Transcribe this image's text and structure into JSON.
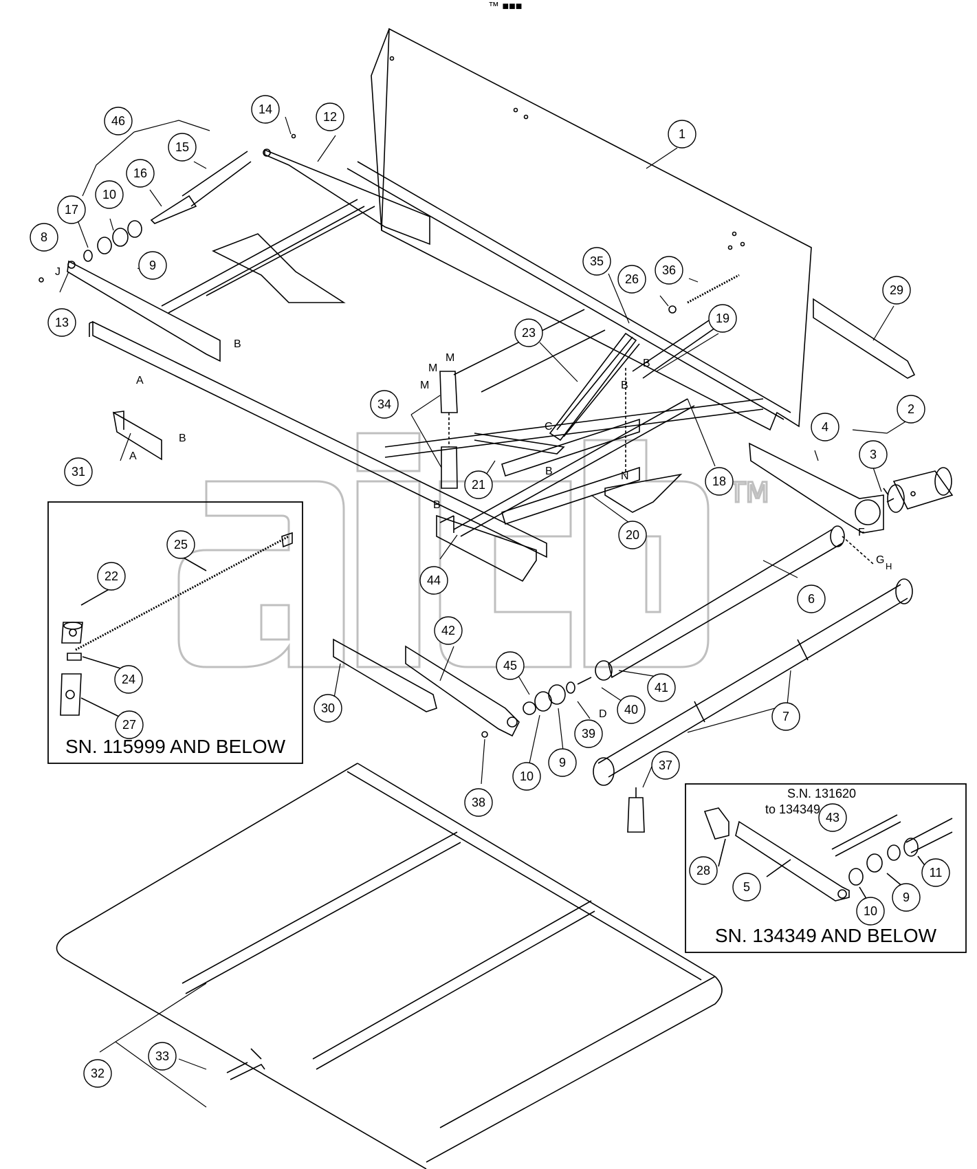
{
  "diagram": {
    "header_mark": "™ ■■■",
    "watermark": {
      "letters": "aic",
      "mark": "TM"
    },
    "insets": [
      {
        "id": "inset-a",
        "title": "SN. 115999 AND BELOW"
      },
      {
        "id": "inset-b",
        "title": "SN. 134349 AND BELOW",
        "note_line1": "S.N. 131620",
        "note_line2": "to 134349"
      }
    ],
    "callouts": [
      {
        "id": "c1",
        "label": "1"
      },
      {
        "id": "c2",
        "label": "2"
      },
      {
        "id": "c3",
        "label": "3"
      },
      {
        "id": "c4",
        "label": "4"
      },
      {
        "id": "c5",
        "label": "5"
      },
      {
        "id": "c6",
        "label": "6"
      },
      {
        "id": "c7",
        "label": "7"
      },
      {
        "id": "c8",
        "label": "8"
      },
      {
        "id": "c9a",
        "label": "9"
      },
      {
        "id": "c9b",
        "label": "9"
      },
      {
        "id": "c9c",
        "label": "9"
      },
      {
        "id": "c10a",
        "label": "10"
      },
      {
        "id": "c10b",
        "label": "10"
      },
      {
        "id": "c10c",
        "label": "10"
      },
      {
        "id": "c11",
        "label": "11"
      },
      {
        "id": "c12",
        "label": "12"
      },
      {
        "id": "c13",
        "label": "13"
      },
      {
        "id": "c14",
        "label": "14"
      },
      {
        "id": "c15",
        "label": "15"
      },
      {
        "id": "c16",
        "label": "16"
      },
      {
        "id": "c17",
        "label": "17"
      },
      {
        "id": "c18",
        "label": "18"
      },
      {
        "id": "c19",
        "label": "19"
      },
      {
        "id": "c20",
        "label": "20"
      },
      {
        "id": "c21",
        "label": "21"
      },
      {
        "id": "c22",
        "label": "22"
      },
      {
        "id": "c23",
        "label": "23"
      },
      {
        "id": "c24",
        "label": "24"
      },
      {
        "id": "c25",
        "label": "25"
      },
      {
        "id": "c26",
        "label": "26"
      },
      {
        "id": "c27",
        "label": "27"
      },
      {
        "id": "c28",
        "label": "28"
      },
      {
        "id": "c29",
        "label": "29"
      },
      {
        "id": "c30",
        "label": "30"
      },
      {
        "id": "c31",
        "label": "31"
      },
      {
        "id": "c32",
        "label": "32"
      },
      {
        "id": "c33",
        "label": "33"
      },
      {
        "id": "c34",
        "label": "34"
      },
      {
        "id": "c35",
        "label": "35"
      },
      {
        "id": "c36",
        "label": "36"
      },
      {
        "id": "c37",
        "label": "37"
      },
      {
        "id": "c38",
        "label": "38"
      },
      {
        "id": "c39",
        "label": "39"
      },
      {
        "id": "c40",
        "label": "40"
      },
      {
        "id": "c41",
        "label": "41"
      },
      {
        "id": "c42",
        "label": "42"
      },
      {
        "id": "c43",
        "label": "43"
      },
      {
        "id": "c44",
        "label": "44"
      },
      {
        "id": "c45",
        "label": "45"
      },
      {
        "id": "c46",
        "label": "46"
      }
    ],
    "reference_letters": {
      "J": "J",
      "B": "B",
      "A": "A",
      "M": "M",
      "C": "C",
      "N": "N",
      "F": "F",
      "G": "G",
      "H": "H",
      "D": "D"
    }
  }
}
